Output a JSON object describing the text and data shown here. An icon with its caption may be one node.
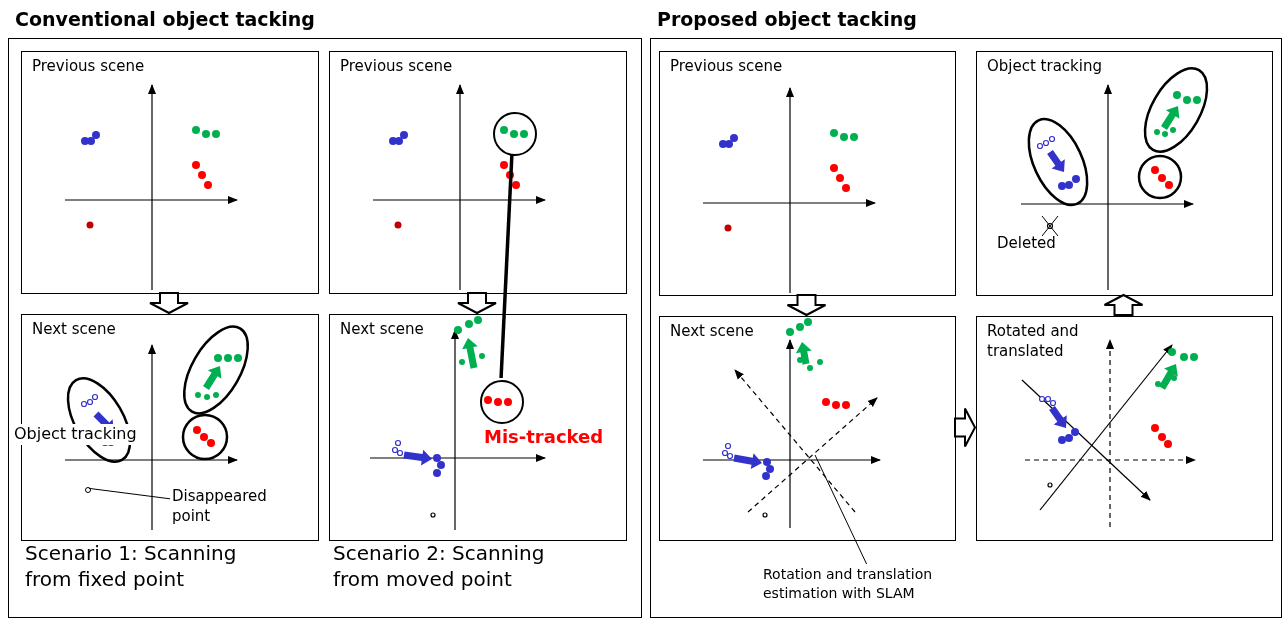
{
  "diagram": {
    "nodes": [
      {
        "text": [
          "Conventional object tacking"
        ]
      },
      {
        "text": [
          "Previous scene"
        ],
        "in": 0
      },
      {
        "text": [
          "Previous scene"
        ],
        "in": 0
      },
      {
        "text": [],
        "shape": "circle",
        "in": 2
      },
      {
        "text": [
          "Next scene"
        ],
        "in": 0
      },
      {
        "text": [
          "Disappeared point"
        ],
        "in": 4
      },
      {
        "text": [],
        "shape": "circle",
        "in": 4
      },
      {
        "text": [
          "Next scene"
        ],
        "in": 0
      },
      {
        "text": [],
        "shape": "circle",
        "in": 7,
        "beside": [
          "Mis-tracked"
        ]
      },
      {
        "text": [
          "Proposed object tacking"
        ]
      },
      {
        "text": [
          "Previous scene"
        ],
        "in": 9
      },
      {
        "text": [
          "Object tracking"
        ],
        "in": 9
      },
      {
        "text": [
          "Next scene"
        ],
        "in": 9
      },
      {
        "text": [
          "Rotated and translated"
        ],
        "in": 9
      },
      {
        "text": [
          "Rotation and translation estimation with SLAM"
        ],
        "in": 9
      }
    ],
    "edges": [
      {
        "from": 1,
        "to": 4,
        "arrow": "to"
      },
      {
        "from": 2,
        "to": 7,
        "arrow": "to"
      },
      {
        "from": 3,
        "to": 8,
        "arrow": "none",
        "style": "thick"
      },
      {
        "from": 5,
        "to": 6,
        "arrow": "none"
      },
      {
        "from": 10,
        "to": 12,
        "arrow": "to"
      },
      {
        "from": 12,
        "to": 13,
        "arrow": "to"
      },
      {
        "from": 13,
        "to": 11,
        "arrow": "to"
      },
      {
        "from": 14,
        "to": 12,
        "arrow": "none"
      }
    ],
    "labels": [
      "Object tracking",
      "Scenario 1: Scanning from fixed point",
      "Scenario 2: Scanning from moved point",
      "Deleted"
    ]
  }
}
